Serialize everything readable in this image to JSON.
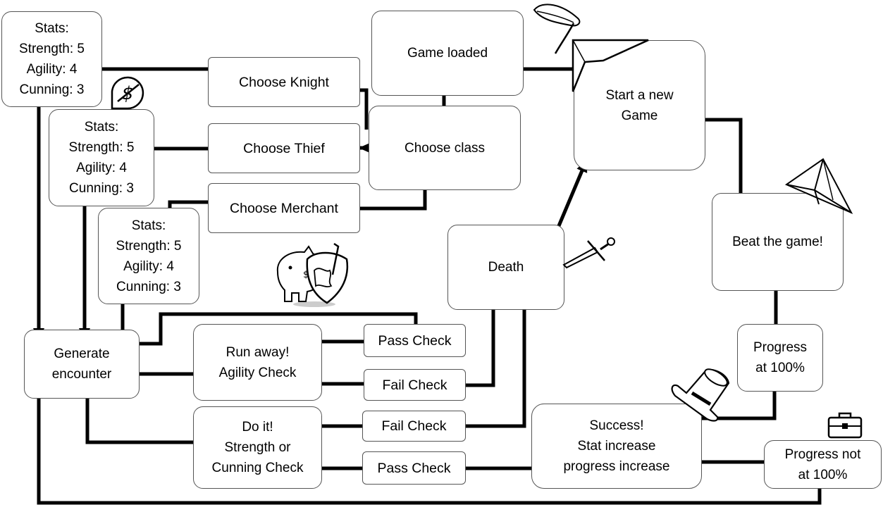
{
  "diagram": {
    "nodes": {
      "stats_knight": "Stats:\nStrength: 5\nAgility: 4\nCunning: 3",
      "stats_thief": "Stats:\nStrength: 5\nAgility: 4\nCunning: 3",
      "stats_merchant": "Stats:\nStrength: 5\nAgility: 4\nCunning: 3",
      "choose_knight": "Choose Knight",
      "choose_thief": "Choose Thief",
      "choose_merchant": "Choose Merchant",
      "game_loaded": "Game loaded",
      "choose_class": "Choose class",
      "start_new_game": "Start a new\nGame",
      "death": "Death",
      "beat_game": "Beat the game!",
      "generate_encounter": "Generate\nencounter",
      "run_away": "Run away!\nAgility Check",
      "pass_check_run": "Pass Check",
      "fail_check_run": "Fail Check",
      "do_it": "Do it!\nStrength or\nCunning Check",
      "fail_check_do": "Fail Check",
      "pass_check_do": "Pass Check",
      "success": "Success!\nStat increase\nprogress increase",
      "progress_100": "Progress\nat 100%",
      "progress_not_100": "Progress not\nat 100%"
    },
    "icons": [
      "quill-icon",
      "dollar-tag-icon",
      "piggy-bank-shield-icon",
      "sword-icon",
      "paper-plane-icon",
      "top-hat-icon",
      "briefcase-icon"
    ]
  }
}
